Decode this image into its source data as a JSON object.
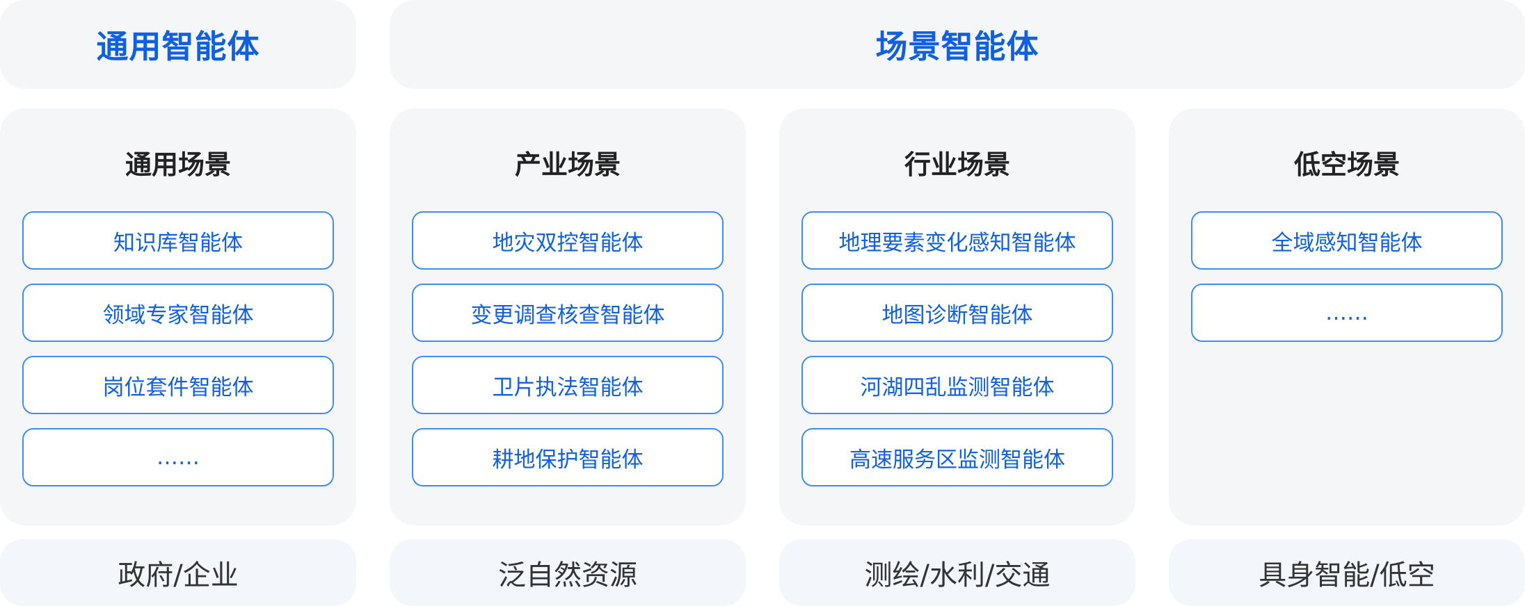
{
  "headers": {
    "general": "通用智能体",
    "scenario": "场景智能体"
  },
  "columns": [
    {
      "title": "通用场景",
      "items": [
        "知识库智能体",
        "领域专家智能体",
        "岗位套件智能体",
        "……"
      ],
      "footer": "政府/企业"
    },
    {
      "title": "产业场景",
      "items": [
        "地灾双控智能体",
        "变更调查核查智能体",
        "卫片执法智能体",
        "耕地保护智能体"
      ],
      "footer": "泛自然资源"
    },
    {
      "title": "行业场景",
      "items": [
        "地理要素变化感知智能体",
        "地图诊断智能体",
        "河湖四乱监测智能体",
        "高速服务区监测智能体"
      ],
      "footer": "测绘/水利/交通"
    },
    {
      "title": "低空场景",
      "items": [
        "全域感知智能体",
        "……"
      ],
      "footer": "具身智能/低空"
    }
  ],
  "colors": {
    "accent": "#1160e0",
    "item_border": "#3c8ff0",
    "panel_bg": "#f5f6f8",
    "footer_bg": "#f3f6fb"
  }
}
